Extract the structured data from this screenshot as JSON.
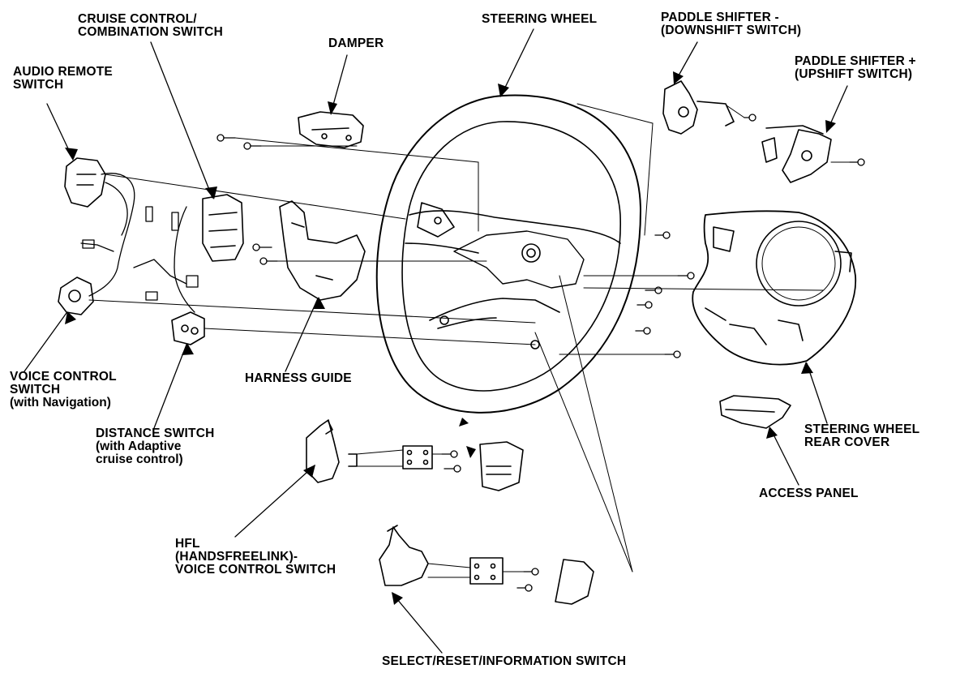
{
  "labels": {
    "audio_remote_switch": [
      "AUDIO REMOTE",
      "SWITCH"
    ],
    "cruise_control": [
      "CRUISE CONTROL/",
      "COMBINATION SWITCH"
    ],
    "damper": [
      "DAMPER"
    ],
    "steering_wheel": [
      "STEERING WHEEL"
    ],
    "paddle_downshift": [
      "PADDLE SHIFTER -",
      "(DOWNSHIFT SWITCH)"
    ],
    "paddle_upshift": [
      "PADDLE SHIFTER +",
      "(UPSHIFT SWITCH)"
    ],
    "voice_control": [
      "VOICE CONTROL",
      "SWITCH",
      "(with Navigation)"
    ],
    "harness_guide": [
      "HARNESS GUIDE"
    ],
    "distance_switch": [
      "DISTANCE SWITCH",
      "(with Adaptive",
      "cruise control)"
    ],
    "rear_cover": [
      "STEERING WHEEL",
      "REAR COVER"
    ],
    "access_panel": [
      "ACCESS PANEL"
    ],
    "hfl_switch": [
      "HFL",
      "(HANDSFREELINK)-",
      "VOICE CONTROL SWITCH"
    ],
    "select_reset_switch": [
      "SELECT/RESET/INFORMATION SWITCH"
    ]
  }
}
